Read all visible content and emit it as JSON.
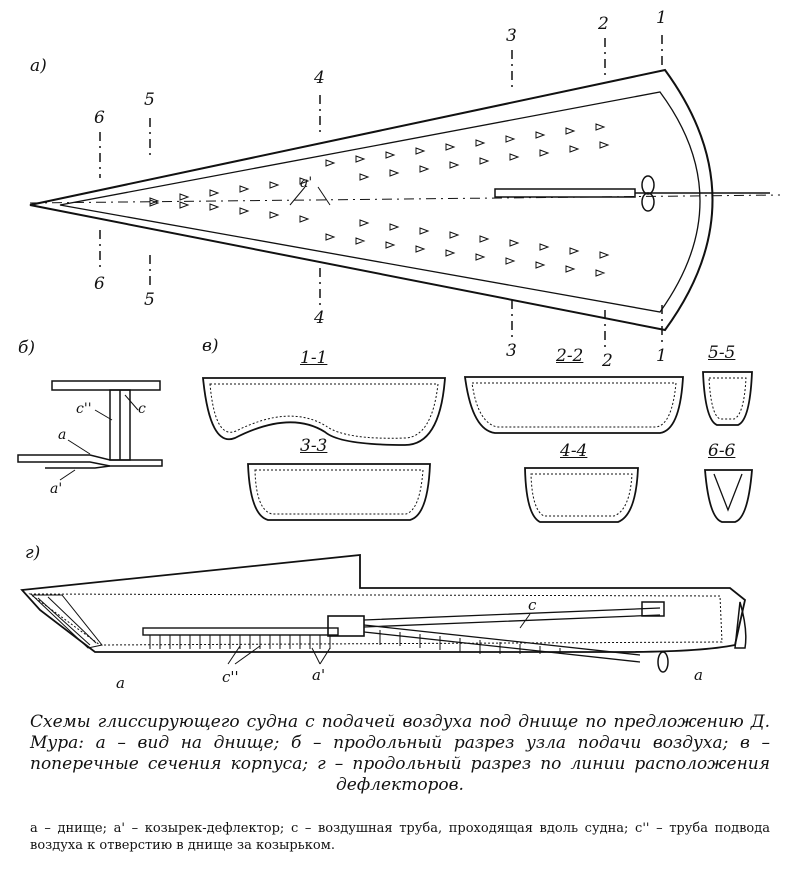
{
  "panels": {
    "a": "а)",
    "b": "б)",
    "v": "в)",
    "g": "г)"
  },
  "plan_numbers": {
    "top": [
      "6",
      "5",
      "4",
      "3",
      "2",
      "1"
    ],
    "bottom": [
      "6",
      "5",
      "4",
      "3",
      "2",
      "1"
    ]
  },
  "plan_labels": {
    "deflector": "a'"
  },
  "detail_labels": {
    "c2": "c''",
    "c": "c",
    "a": "a",
    "a1": "a'"
  },
  "sections": {
    "s11": "1-1",
    "s22": "2-2",
    "s33": "3-3",
    "s44": "4-4",
    "s55": "5-5",
    "s66": "6-6"
  },
  "profile_labels": {
    "a_left": "a",
    "c2": "c''",
    "a1": "a'",
    "c": "c",
    "a_right": "a"
  },
  "caption": "Схемы глиссирующего судна с подачей воздуха под днище по предложению Д. Мура: а – вид на днище; б – продольный разрез узла подачи воздуха; в – поперечные сечения корпуса; г – продольный разрез по линии расположения дефлекторов.",
  "legend": "а – днище;  а' – козырек-дефлектор;  с – воздушная труба, проходящая вдоль судна;  с'' – труба подвода воздуха к отверстию в днище за козырьком."
}
